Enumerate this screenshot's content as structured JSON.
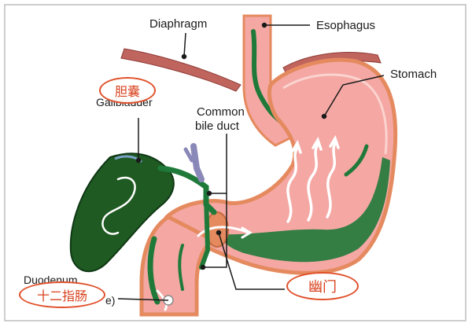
{
  "labels": {
    "diaphragm": "Diaphragm",
    "esophagus": "Esophagus",
    "stomach": "Stomach",
    "common_bile_duct_line1": "Common",
    "common_bile_duct_line2": "bile duct",
    "gallbladder_partial": "Gallbladder",
    "duodenum_partial": "Duodenum",
    "duodenum_suffix": "e)"
  },
  "annotations": {
    "gallbladder_cn": "胆囊",
    "duodenum_cn": "十二指肠",
    "pylorus_cn": "幽门"
  },
  "colors": {
    "stomach_fill": "#f4a7a3",
    "stomach_outline": "#e58a5f",
    "bile_green": "#1f7a3a",
    "gallbladder_green": "#1f5a22",
    "diaphragm": "#c0645e",
    "annotation_red": "#e0502a"
  }
}
